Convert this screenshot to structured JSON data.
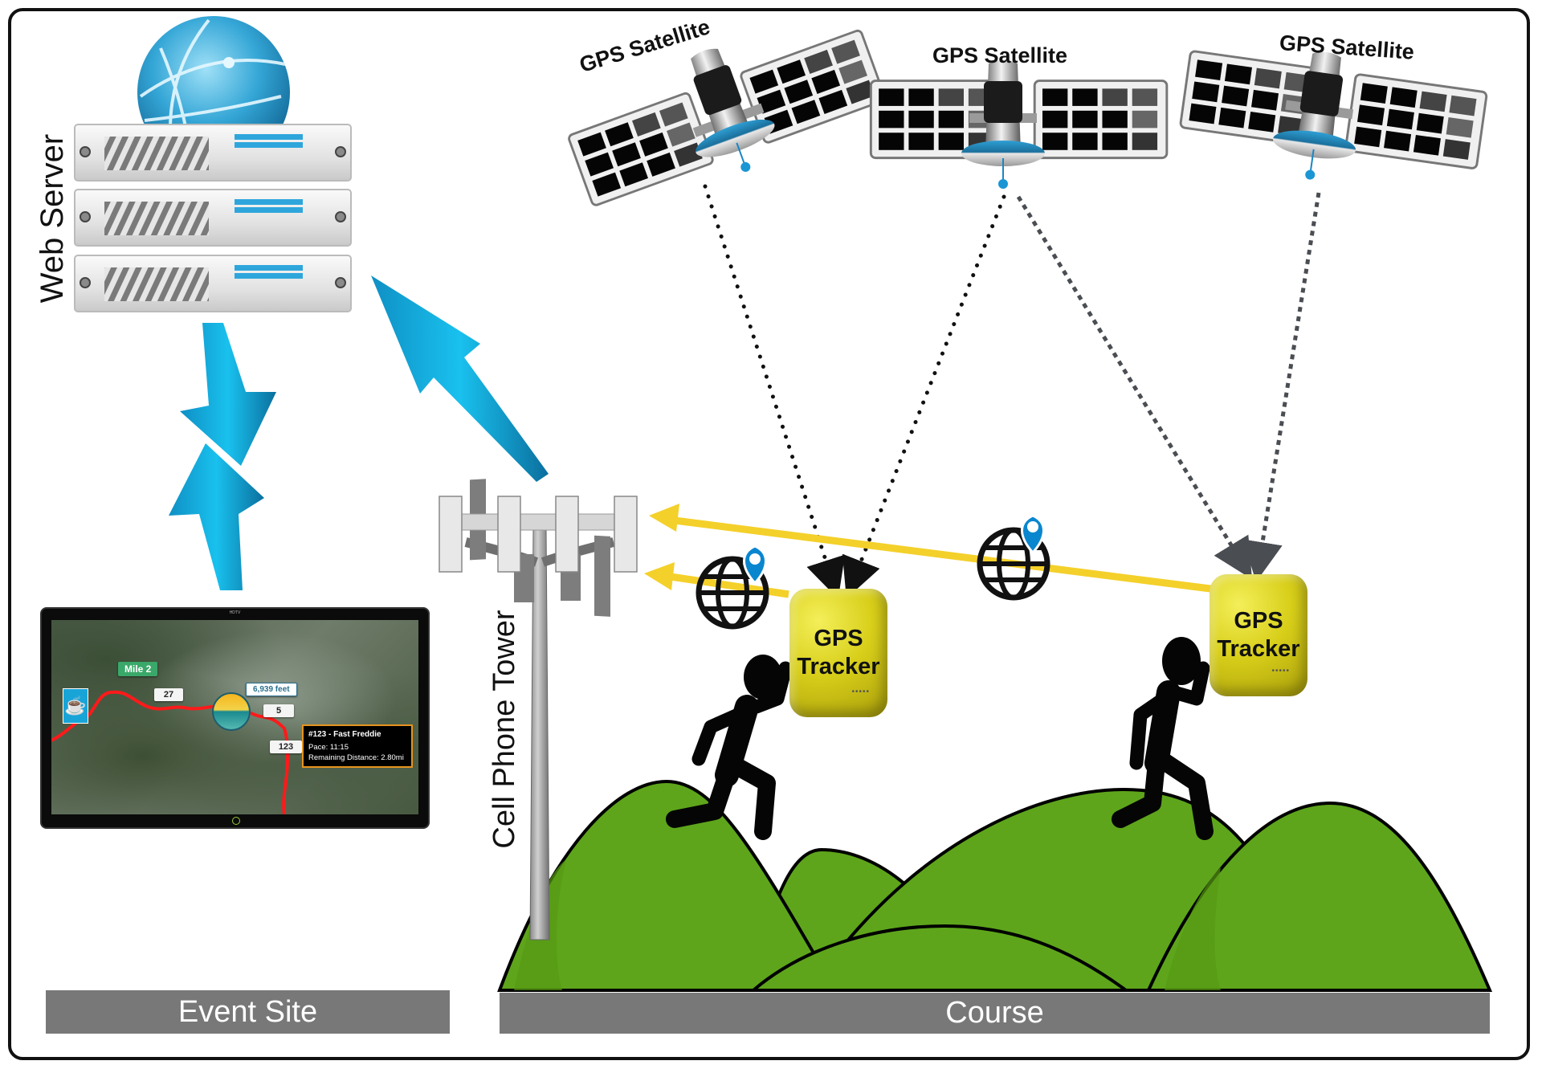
{
  "diagram": {
    "title": "GPS race tracking system",
    "colors": {
      "hill_green": "#5ea51b",
      "hill_shade": "#559a13",
      "arrow_blue": "#12a8dc",
      "signal_yellow": "#f4d02a",
      "label_bar_gray": "#787878",
      "tracker_yellow": "#d8cf1a",
      "pin_blue": "#0a86cf"
    },
    "web_server": {
      "label": "Web Server",
      "icon": "server-rack-with-globe"
    },
    "cell_tower": {
      "label": "Cell Phone Tower",
      "icon": "cell-tower"
    },
    "satellites": [
      {
        "label": "GPS Satellite"
      },
      {
        "label": "GPS Satellite"
      },
      {
        "label": "GPS Satellite"
      }
    ],
    "trackers": [
      {
        "line1": "GPS",
        "line2": "Tracker",
        "dots": "•••••"
      },
      {
        "line1": "GPS",
        "line2": "Tracker",
        "dots": "•••••"
      }
    ],
    "globe_pins": [
      {
        "icon": "globe-location-icon"
      },
      {
        "icon": "globe-location-icon"
      }
    ],
    "runners": [
      {
        "icon": "runner-icon"
      },
      {
        "icon": "runner-icon"
      }
    ],
    "display": {
      "brand": "HDTV",
      "markers": {
        "mile": "Mile 2",
        "elevation": "6,939 feet",
        "runner_a": "27",
        "runner_b": "5",
        "runner_c": "123"
      },
      "info_box": {
        "title": "#123 - Fast Freddie",
        "pace": "Pace: 11:15",
        "remaining": "Remaining Distance: 2.80mi"
      }
    },
    "sections": {
      "event_site": "Event Site",
      "course": "Course"
    },
    "connections": [
      {
        "from": "satellite-1",
        "to": "tracker-1",
        "style": "dotted-black"
      },
      {
        "from": "satellite-2",
        "to": "tracker-1",
        "style": "dotted-black"
      },
      {
        "from": "satellite-2",
        "to": "tracker-2",
        "style": "dashed-gray"
      },
      {
        "from": "satellite-3",
        "to": "tracker-2",
        "style": "dashed-gray"
      },
      {
        "from": "tracker-1",
        "to": "cell-tower",
        "style": "yellow-arrow"
      },
      {
        "from": "tracker-2",
        "to": "cell-tower",
        "style": "yellow-arrow"
      },
      {
        "from": "cell-tower",
        "to": "web-server",
        "style": "blue-arrow"
      },
      {
        "from": "web-server",
        "to": "display",
        "style": "blue-bidirectional-arrows"
      }
    ]
  }
}
